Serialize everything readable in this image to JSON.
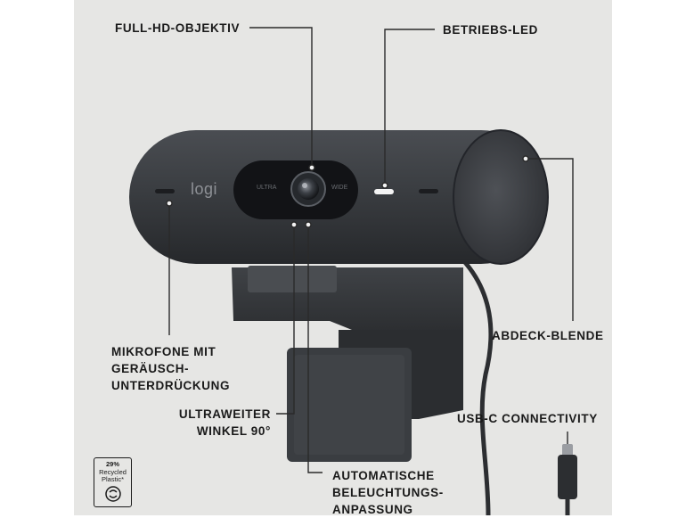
{
  "callouts": {
    "lens": "FULL-HD-OBJEKTIV",
    "led": "BETRIEBS-LED",
    "mics": [
      "MIKROFONE MIT",
      "GERÄUSCH-",
      "UNTERDRÜCKUNG"
    ],
    "privacy_shutter": "ABDECK-BLENDE",
    "ultrawide": [
      "ULTRAWEITER",
      "WINKEL 90°"
    ],
    "usb": "USB-C CONNECTIVITY",
    "light_correction": [
      "AUTOMATISCHE",
      "BELEUCHTUNGS-",
      "ANPASSUNG"
    ]
  },
  "camera": {
    "logo": "logi",
    "lens_left_text": "ULTRA",
    "lens_right_text": "WIDE"
  },
  "badge": {
    "percent": "29%",
    "line1": "Recycled",
    "line2": "Plastic*"
  },
  "colors": {
    "background": "#e6e6e4",
    "body": "#3b3e42",
    "text": "#1a1a1a",
    "leader": "#2a2a2a"
  }
}
